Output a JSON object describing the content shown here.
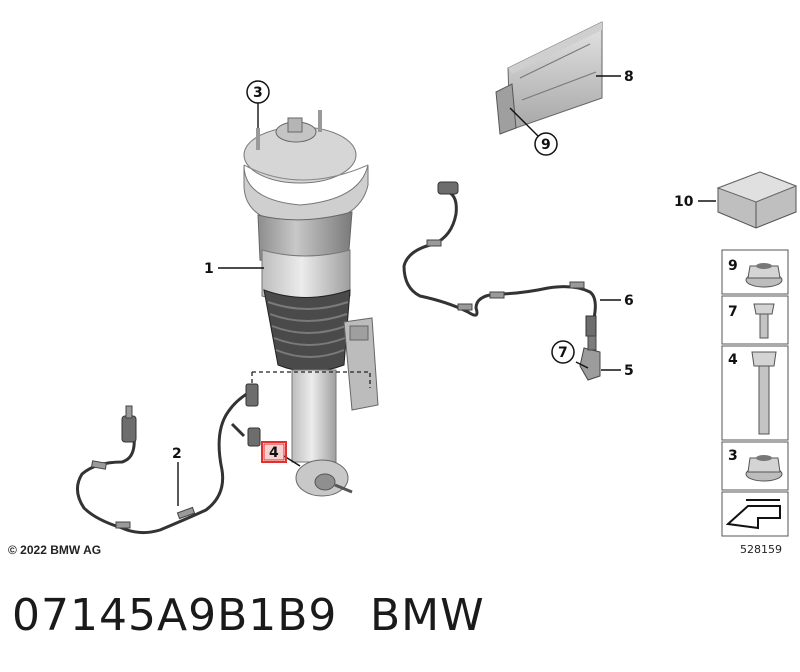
{
  "callouts": {
    "c1": "1",
    "c2": "2",
    "c3": "3",
    "c4": "4",
    "c5": "5",
    "c6": "6",
    "c7": "7",
    "c8": "8",
    "c9": "9",
    "c10": "10"
  },
  "fastener_panel": {
    "items": [
      {
        "label": "9",
        "icon": "flange-nut-icon"
      },
      {
        "label": "7",
        "icon": "short-bolt-icon"
      },
      {
        "label": "4",
        "icon": "long-bolt-icon"
      },
      {
        "label": "3",
        "icon": "hex-nut-icon"
      }
    ],
    "arrow_icon": "diagram-arrow-icon"
  },
  "diagram_id": "528159",
  "copyright": "© 2022 BMW AG",
  "footer": {
    "part_number": "07145A9B1B9",
    "brand": "BMW"
  },
  "colors": {
    "highlight": "#e0312f",
    "part_fill": "#d9d9d9",
    "part_shadow": "#a9a9a9",
    "line": "#111111"
  }
}
